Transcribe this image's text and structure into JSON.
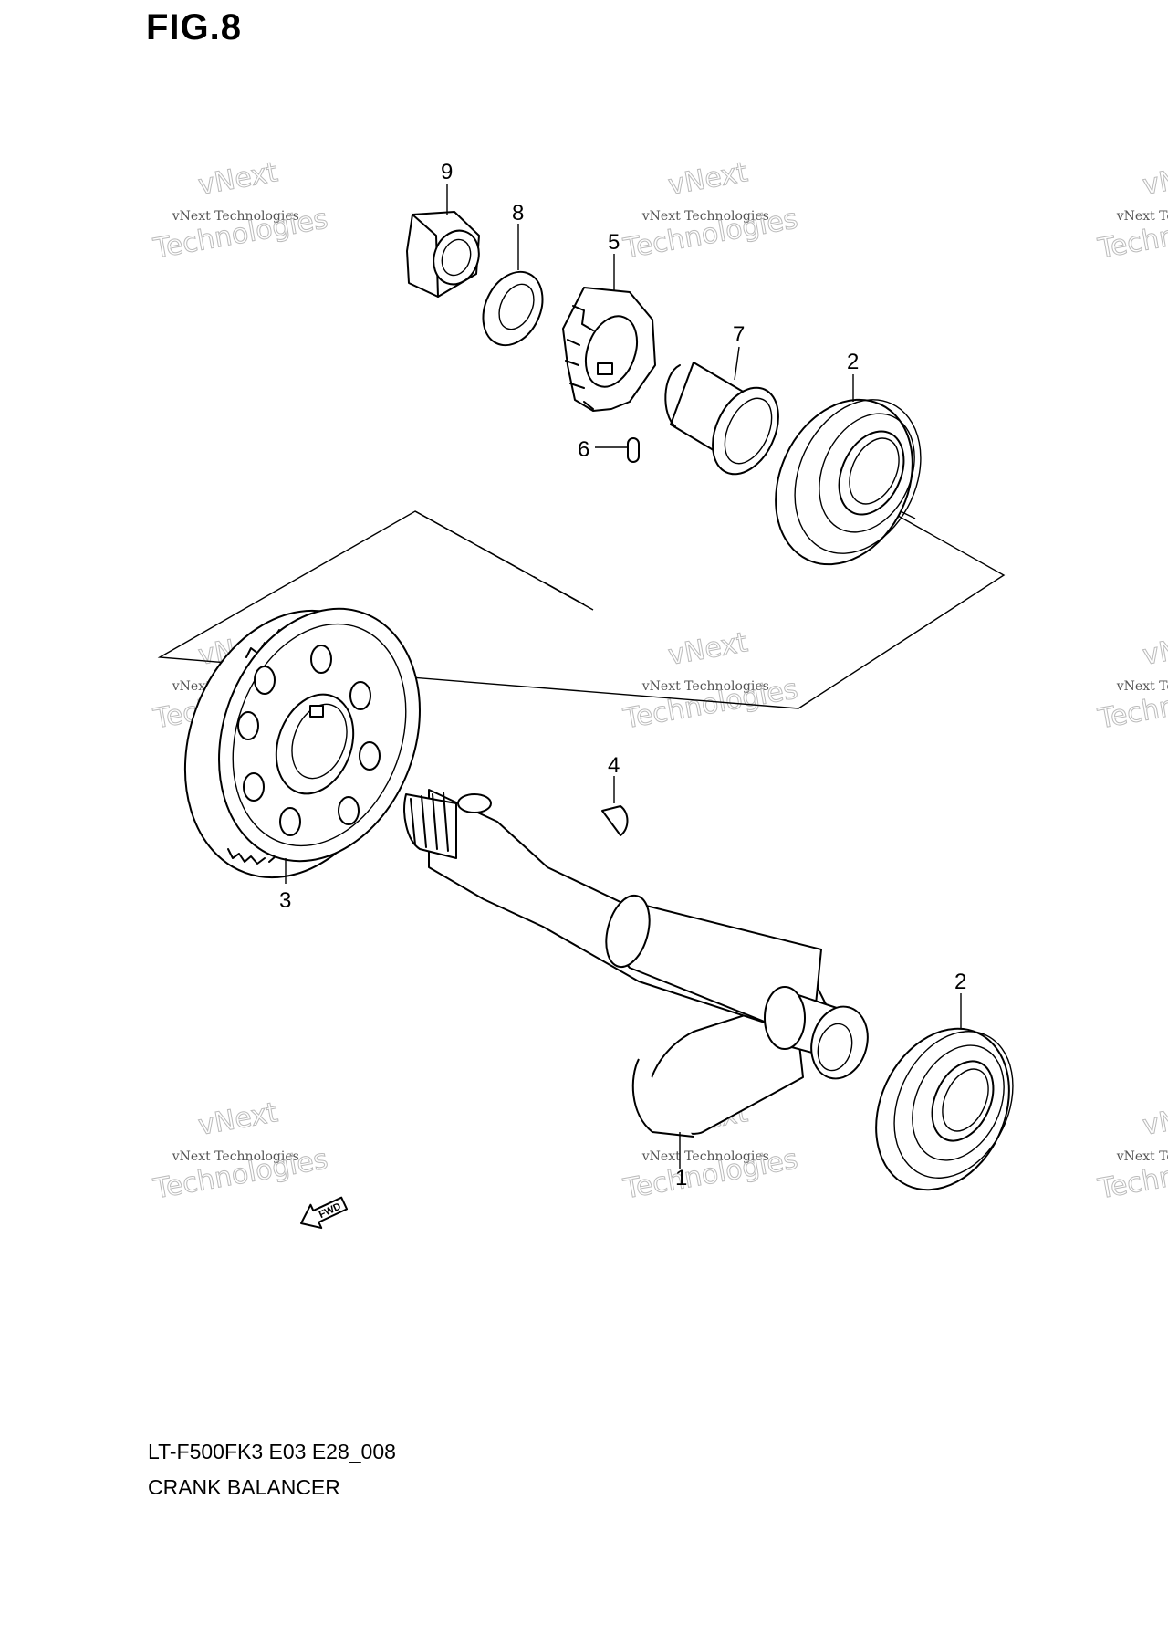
{
  "figure": {
    "title": "FIG.8",
    "model_code": "LT-F500FK3 E03 E28_008",
    "caption": "CRANK BALANCER"
  },
  "callouts": {
    "c1": "1",
    "c2a": "2",
    "c2b": "2",
    "c3": "3",
    "c4": "4",
    "c5": "5",
    "c6": "6",
    "c7": "7",
    "c8": "8",
    "c9": "9"
  },
  "fwd_label": "FWD",
  "watermark": {
    "line_small": "vNext Technologies",
    "line_big_1": "vNext",
    "line_big_2": "Technologies"
  },
  "icons": [
    "fwd-arrow-icon"
  ]
}
